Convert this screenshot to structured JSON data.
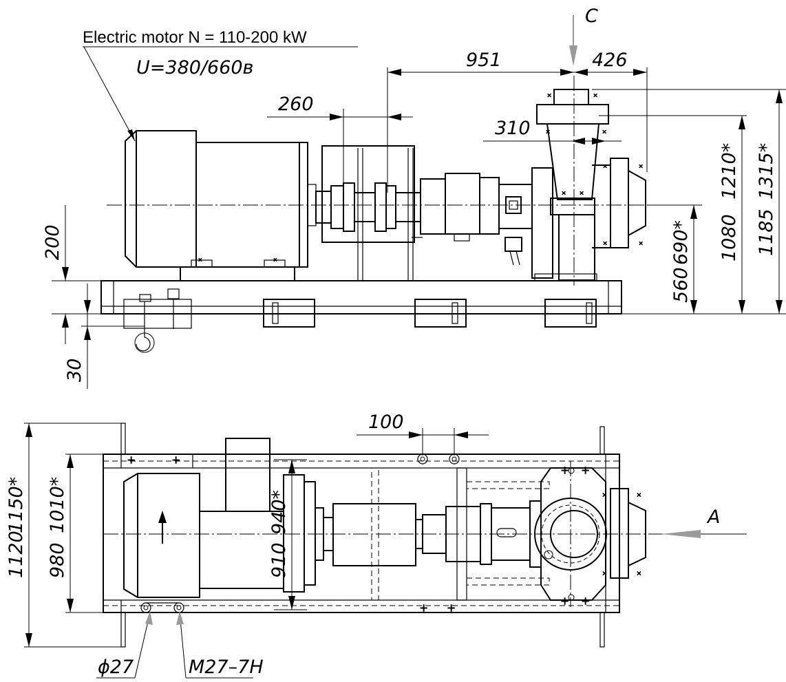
{
  "callouts": {
    "motor_title": "Electric motor N = 110-200 kW",
    "motor_voltage": "U=380/660в",
    "view_c": "С",
    "view_a": "A",
    "hole_diameter": "ϕ27",
    "thread": "M27–7H"
  },
  "side_view": {
    "dim_951": "951",
    "dim_426": "426",
    "dim_260": "260",
    "dim_310": "310",
    "dim_200": "200",
    "dim_30": "30",
    "dim_560": "560",
    "dim_690": "690*",
    "dim_1080": "1080",
    "dim_1210": "1210*",
    "dim_1185": "1185",
    "dim_1315": "1315*"
  },
  "plan_view": {
    "dim_100": "100",
    "dim_1120": "1120",
    "dim_1150": "1150*",
    "dim_980": "980",
    "dim_1010": "1010*",
    "dim_910": "910",
    "dim_940": "940*"
  }
}
